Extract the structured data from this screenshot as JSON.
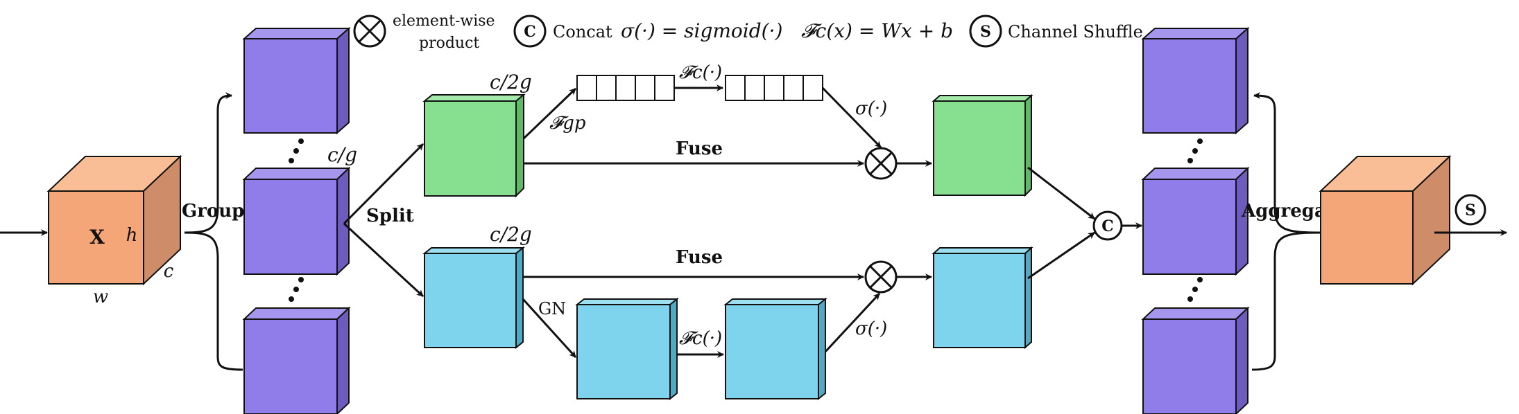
{
  "legend": {
    "product_symbol": "⊗",
    "product_label_line1": "element-wise",
    "product_label_line2": "product",
    "concat_symbol": "C",
    "concat_label": "Concat",
    "sigma_def": "σ(·) = sigmoid(·)",
    "fc_def": "𝓕c(x) = Wx + b",
    "shuffle_symbol": "S",
    "shuffle_label": "Channel Shuffle"
  },
  "input": {
    "tensor_label": "X",
    "h_label": "h",
    "w_label": "w",
    "c_label": "c"
  },
  "group": {
    "label": "Group",
    "sub_label": "c/g"
  },
  "split": {
    "label": "Split",
    "top_label": "c/2g",
    "bottom_label": "c/2g"
  },
  "top_branch": {
    "gp_label": "𝓕gp",
    "fc_label": "𝓕c(·)",
    "sigma_label": "σ(·)",
    "fuse_label": "Fuse"
  },
  "bottom_branch": {
    "gn_label": "GN",
    "fc_label": "𝓕c(·)",
    "sigma_label": "σ(·)",
    "fuse_label": "Fuse"
  },
  "aggregate": {
    "label": "Aggregate",
    "concat_symbol": "C",
    "shuffle_symbol": "S"
  },
  "colors": {
    "orange_front": "#F5A679",
    "orange_top": "#F9BE95",
    "orange_side": "#CF8C68",
    "purple_front": "#917DEA",
    "purple_top": "#A696EE",
    "purple_side": "#6E5BC0",
    "green_front": "#87E08F",
    "green_top": "#A4E9A9",
    "green_side": "#5DBB66",
    "blue_front": "#7DD4EC",
    "blue_top": "#9CDFF1",
    "blue_side": "#52A9C4"
  }
}
